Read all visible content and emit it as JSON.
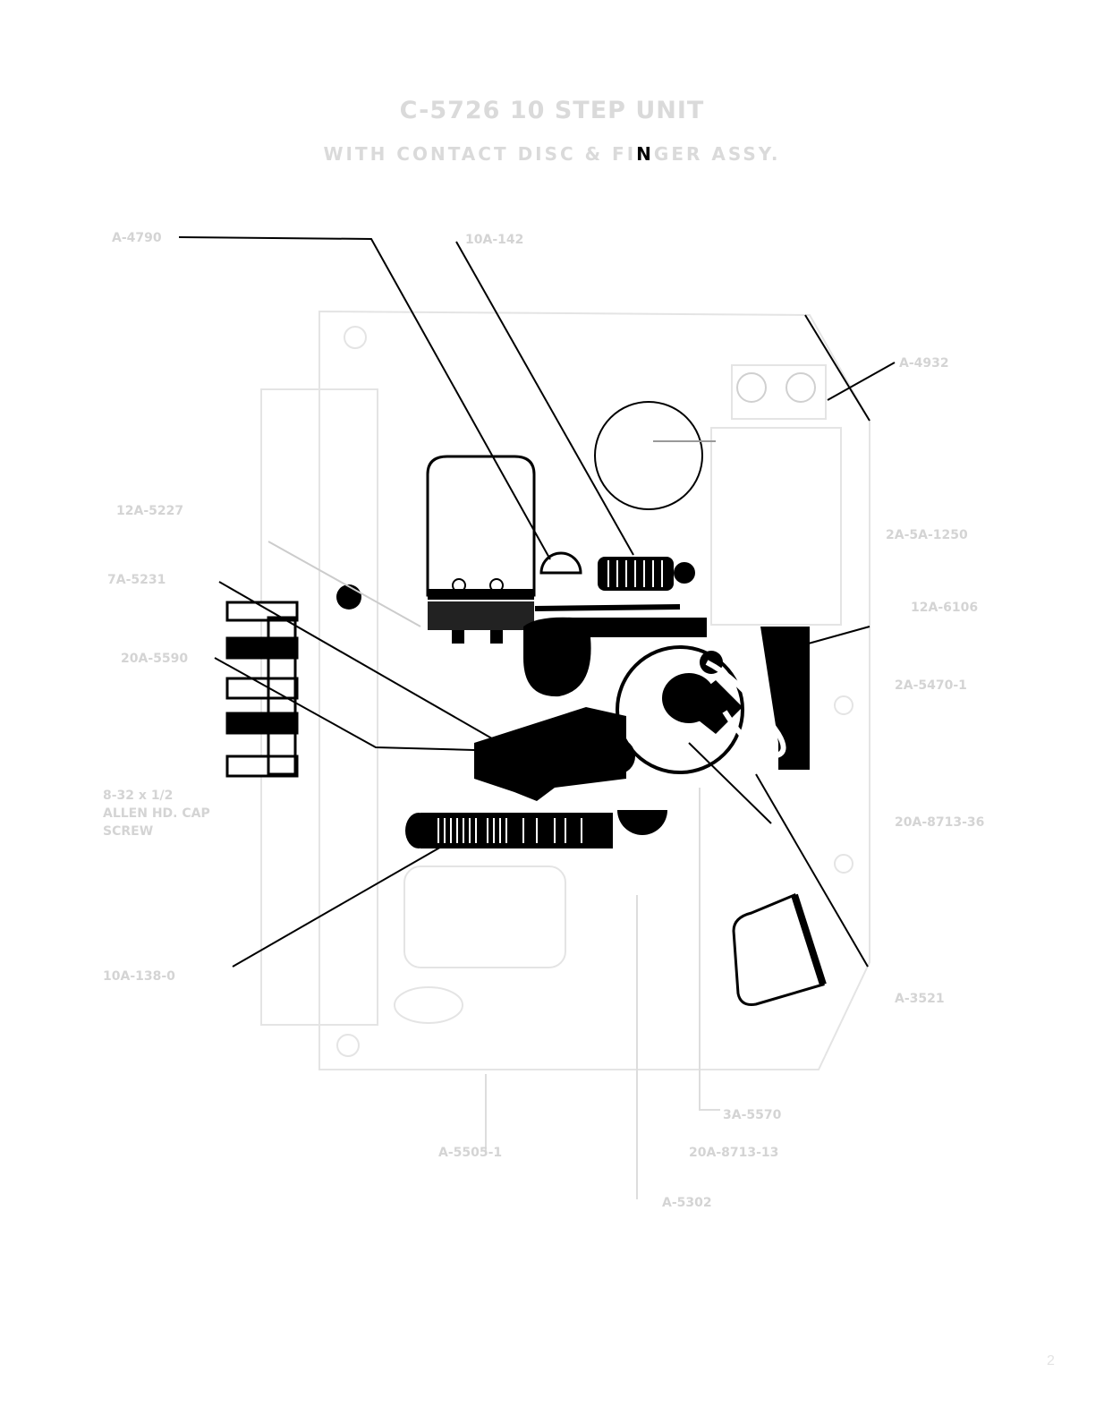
{
  "title": "C-5726 10 STEP UNIT",
  "subtitle": {
    "before": "WITH CONTACT DISC & FI",
    "highlight": "N",
    "after": "GER ASSY."
  },
  "labels": {
    "a4790": "A-4790",
    "a10_142": "10A-142",
    "a4932": "A-4932",
    "a2a5a1250": "2A-5A-1250",
    "a12a6106": "12A-6106",
    "a2a5470": "2A-5470-1",
    "a20a8713_36": "20A-8713-36",
    "a3521": "A-3521",
    "a3a5570": "3A-5570",
    "a20a8713_13": "20A-8713-13",
    "a5302": "A-5302",
    "a5505": "A-5505-1",
    "a10a138": "10A-138-0",
    "screw1": "8-32 x 1/2",
    "screw2": "ALLEN HD. CAP",
    "screw3": "SCREW",
    "a20a5590": "20A-5590",
    "a7a5231": "7A-5231",
    "a12a5227": "12A-5227"
  },
  "page_number": "2"
}
